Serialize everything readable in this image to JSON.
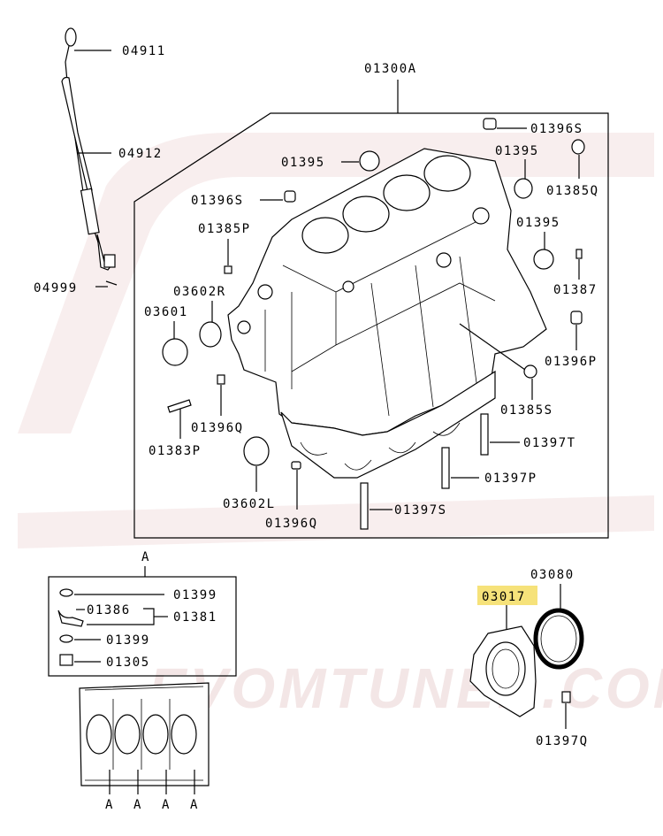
{
  "watermark": "EVOMTUNED.COM",
  "labels": {
    "assembly": "01300A",
    "dipstick_handle": "04911",
    "dipstick_tube": "04912",
    "tube_bolt": "04999",
    "plug_1396s": "01396S",
    "plug_1395_top": "01395",
    "plug_1395_right_top": "01395",
    "plug_1385q": "01385Q",
    "plug_1396s_left": "01396S",
    "plug_1395_right": "01395",
    "plug_1385p": "01385P",
    "pin_1387": "01387",
    "bush_3602r": "03602R",
    "bush_3601": "03601",
    "plug_1396p": "01396P",
    "plug_1385s": "01385S",
    "pin_1396q_left": "01396Q",
    "bolt_1397t": "01397T",
    "stud_1383p": "01383P",
    "bolt_1397p": "01397P",
    "bush_3602l": "03602L",
    "bolt_1397s": "01397S",
    "pin_1396q_bottom": "01396Q",
    "detail_A": "A",
    "oring_1399_top": "01399",
    "jet_1386": "01386",
    "jet_assy_1381": "01381",
    "oring_1399_mid": "01399",
    "bolt_1305": "01305",
    "seal_case_3017": "03017",
    "seal_3080": "03080",
    "bolt_1397q": "01397Q",
    "bottom_A1": "A",
    "bottom_A2": "A",
    "bottom_A3": "A",
    "bottom_A4": "A"
  }
}
